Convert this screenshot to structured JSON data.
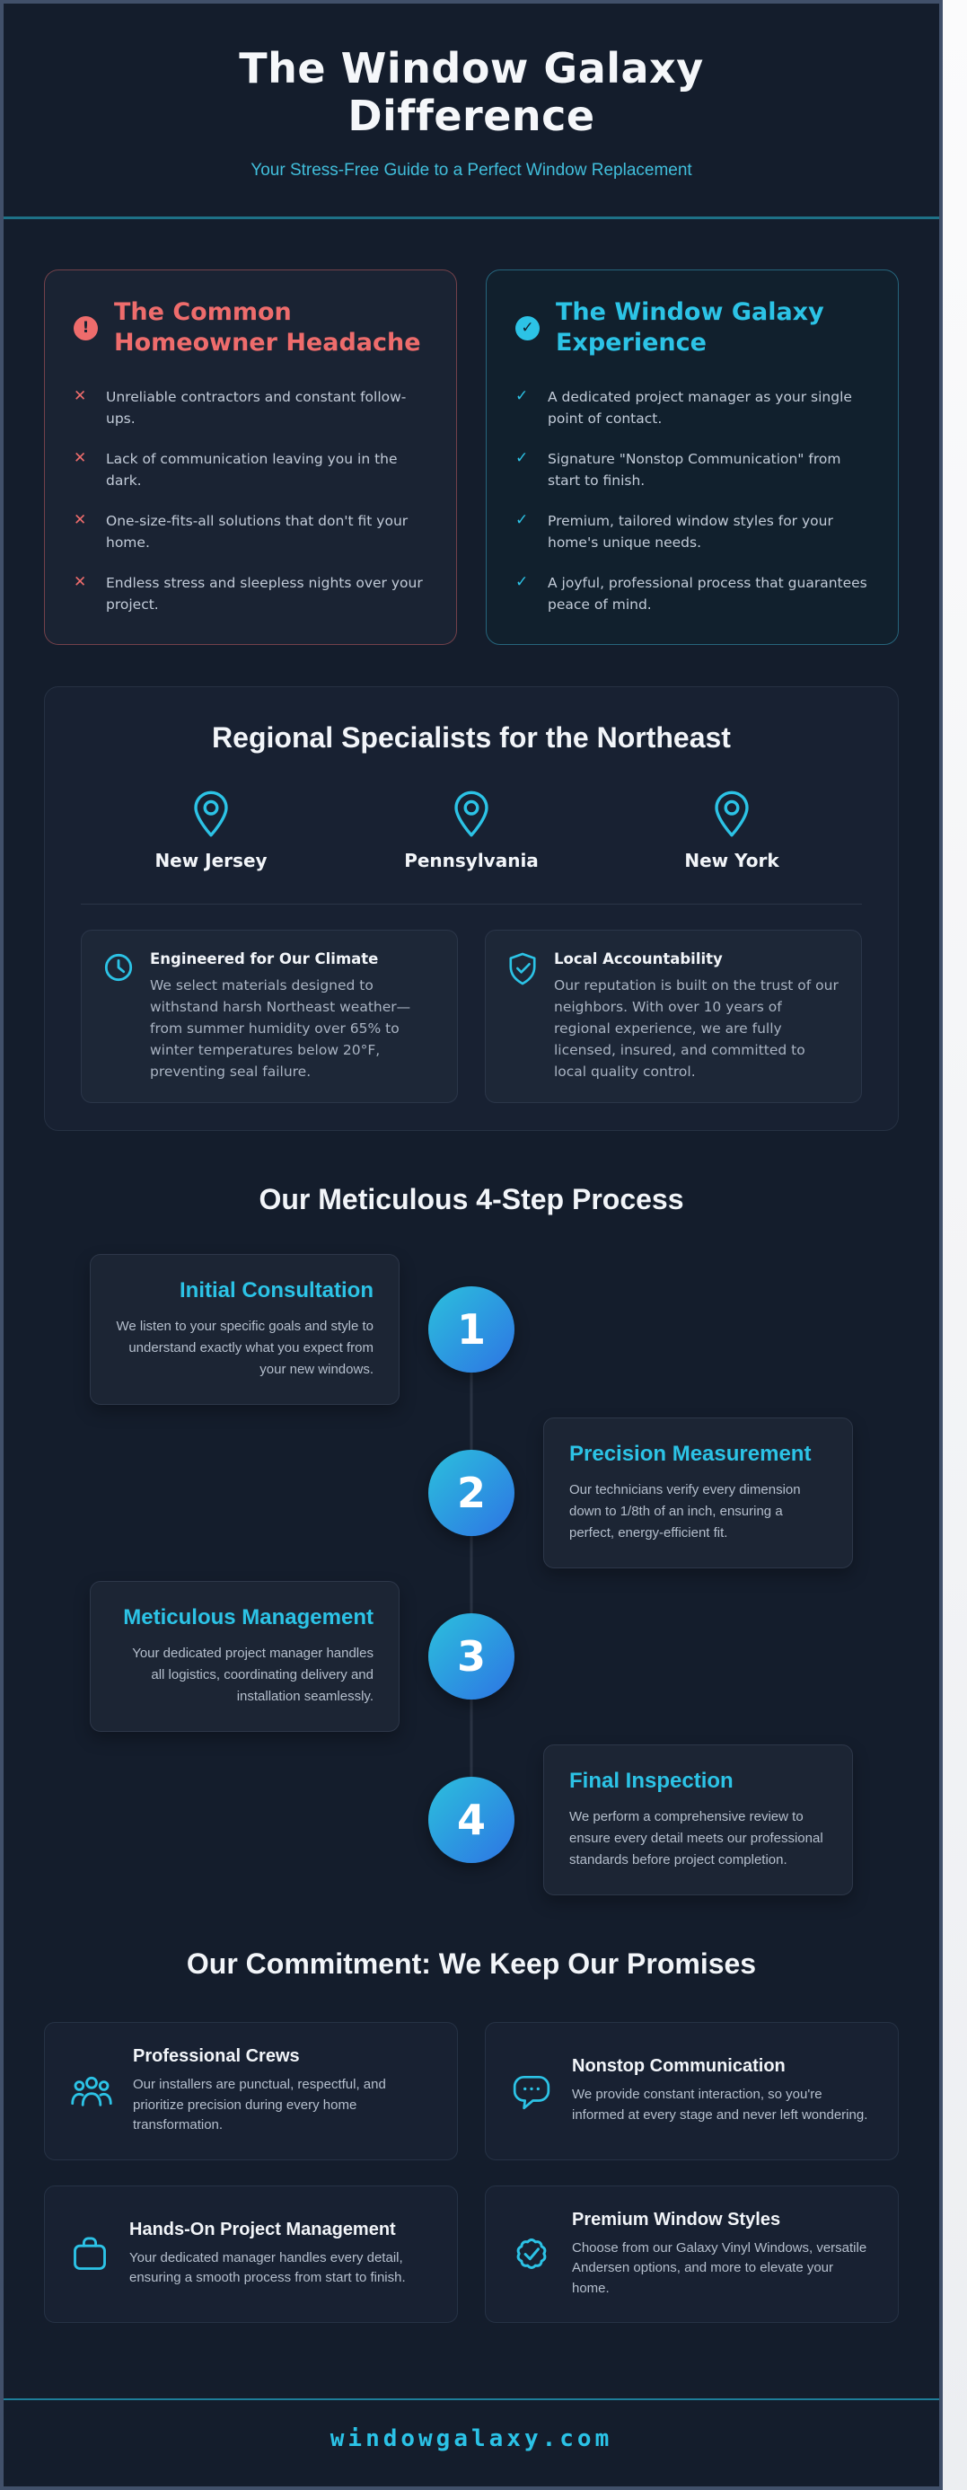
{
  "header": {
    "title": "The Window Galaxy Difference",
    "subtitle": "Your Stress-Free Guide to a Perfect Window Replacement"
  },
  "icons": {
    "alert_glyph": "!",
    "check_glyph": "✓",
    "x_mark": "✕",
    "check_mark": "✓"
  },
  "problem_card": {
    "title": "The Common Homeowner Headache",
    "items": [
      "Unreliable contractors and constant follow-ups.",
      "Lack of communication leaving you in the dark.",
      "One-size-fits-all solutions that don't fit your home.",
      "Endless stress and sleepless nights over your project."
    ]
  },
  "solution_card": {
    "title": "The Window Galaxy Experience",
    "items": [
      "A dedicated project manager as your single point of contact.",
      "Signature \"Nonstop Communication\" from start to finish.",
      "Premium, tailored window styles for your home's unique needs.",
      "A joyful, professional process that guarantees peace of mind."
    ]
  },
  "regional": {
    "title": "Regional Specialists for the Northeast",
    "locations": [
      "New Jersey",
      "Pennsylvania",
      "New York"
    ],
    "features": [
      {
        "icon": "clock-icon",
        "title": "Engineered for Our Climate",
        "body": "We select materials designed to withstand harsh Northeast weather—from summer humidity over 65% to winter temperatures below 20°F, preventing seal failure."
      },
      {
        "icon": "shield-check-icon",
        "title": "Local Accountability",
        "body": "Our reputation is built on the trust of our neighbors. With over 10 years of regional experience, we are fully licensed, insured, and committed to local quality control."
      }
    ]
  },
  "process": {
    "title": "Our Meticulous 4-Step Process",
    "steps": [
      {
        "num": "1",
        "title": "Initial Consultation",
        "body": "We listen to your specific goals and style to understand exactly what you expect from your new windows."
      },
      {
        "num": "2",
        "title": "Precision Measurement",
        "body": "Our technicians verify every dimension down to 1/8th of an inch, ensuring a perfect, energy-efficient fit."
      },
      {
        "num": "3",
        "title": "Meticulous Management",
        "body": "Your dedicated project manager handles all logistics, coordinating delivery and installation seamlessly."
      },
      {
        "num": "4",
        "title": "Final Inspection",
        "body": "We perform a comprehensive review to ensure every detail meets our professional standards before project completion."
      }
    ]
  },
  "commitment": {
    "title": "Our Commitment: We Keep Our Promises",
    "cards": [
      {
        "icon": "crew-people-icon",
        "title": "Professional Crews",
        "body": "Our installers are punctual, respectful, and prioritize precision during every home transformation."
      },
      {
        "icon": "chat-bubble-icon",
        "title": "Nonstop Communication",
        "body": "We provide constant interaction, so you're informed at every stage and never left wondering."
      },
      {
        "icon": "briefcase-icon",
        "title": "Hands-On Project Management",
        "body": "Your dedicated manager handles every detail, ensuring a smooth process from start to finish."
      },
      {
        "icon": "badge-check-icon",
        "title": "Premium Window Styles",
        "body": "Choose from our Galaxy Vinyl Windows, versatile Andersen options, and more to elevate your home."
      }
    ]
  },
  "footer": {
    "domain": "windowgalaxy.com"
  },
  "colors": {
    "accent_cyan": "#2cc3e6",
    "accent_red": "#ee6c6c",
    "background": "#141d2c",
    "step_gradient_start": "#2cc0dc",
    "step_gradient_end": "#2d74e4"
  }
}
